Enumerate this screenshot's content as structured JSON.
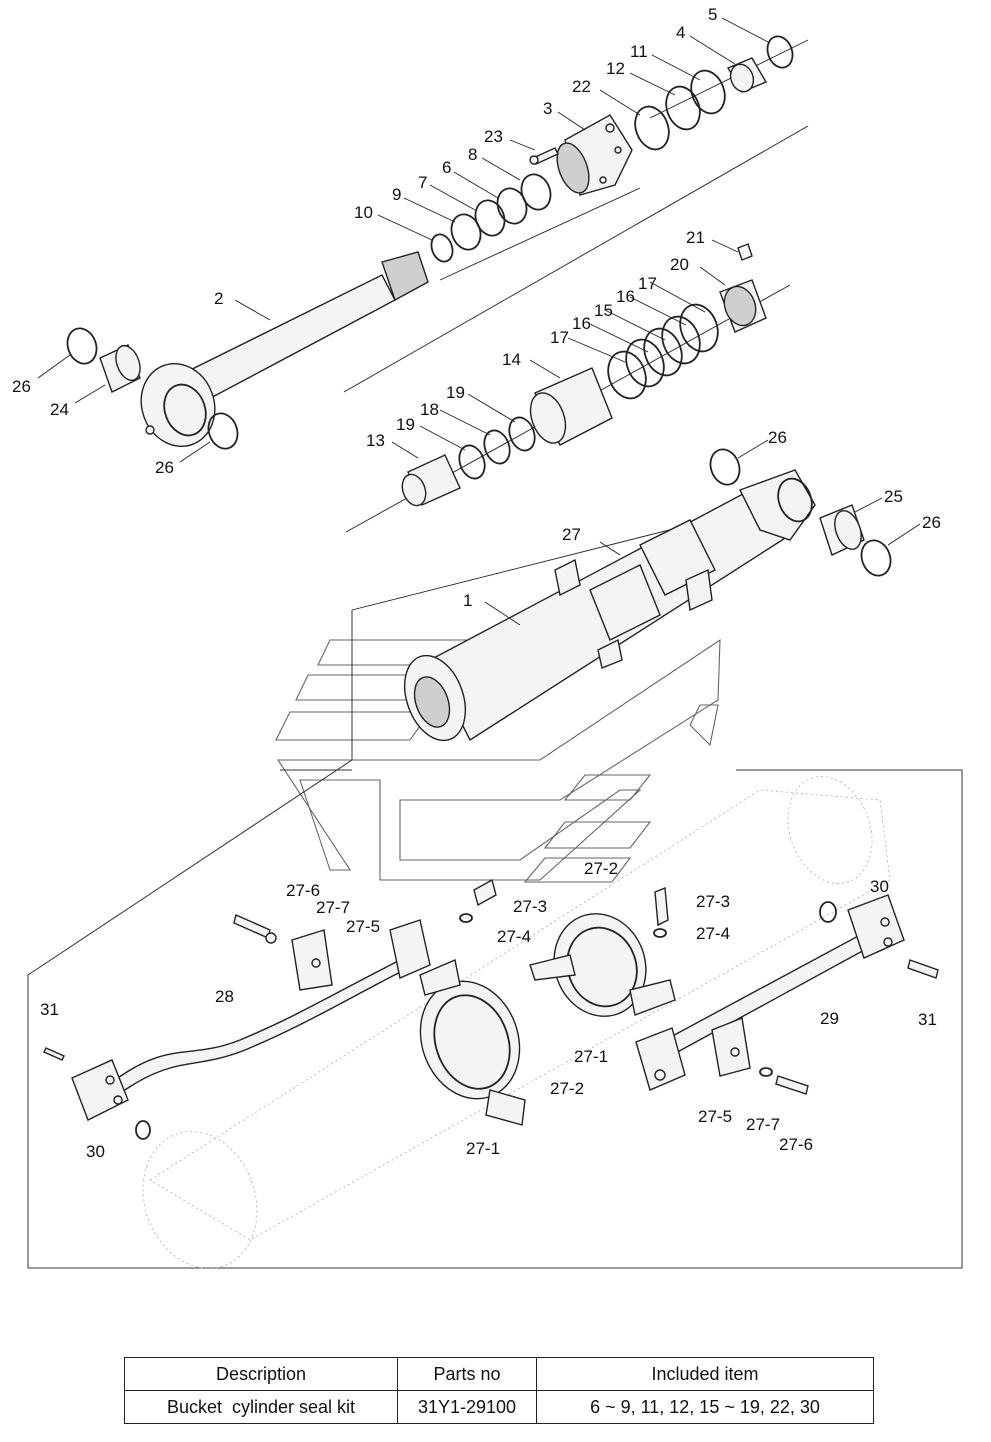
{
  "callouts": {
    "c1": "1",
    "c2": "2",
    "c3": "3",
    "c4": "4",
    "c5": "5",
    "c6": "6",
    "c7": "7",
    "c8": "8",
    "c9": "9",
    "c10": "10",
    "c11": "11",
    "c12": "12",
    "c13": "13",
    "c14": "14",
    "c15": "15",
    "c16a": "16",
    "c16b": "16",
    "c17a": "17",
    "c17b": "17",
    "c18": "18",
    "c19a": "19",
    "c19b": "19",
    "c20": "20",
    "c21": "21",
    "c22": "22",
    "c23": "23",
    "c24": "24",
    "c25": "25",
    "c26a": "26",
    "c26b": "26",
    "c26c": "26",
    "c26d": "26",
    "c27": "27",
    "c27_1a": "27-1",
    "c27_1b": "27-1",
    "c27_2a": "27-2",
    "c27_2b": "27-2",
    "c27_3a": "27-3",
    "c27_3b": "27-3",
    "c27_4a": "27-4",
    "c27_4b": "27-4",
    "c27_5a": "27-5",
    "c27_5b": "27-5",
    "c27_6a": "27-6",
    "c27_6b": "27-6",
    "c27_7a": "27-7",
    "c27_7b": "27-7",
    "c28": "28",
    "c29": "29",
    "c30a": "30",
    "c30b": "30",
    "c31a": "31",
    "c31b": "31"
  },
  "kit_table": {
    "headers": {
      "description": "Description",
      "parts_no": "Parts no",
      "included": "Included item"
    },
    "row": {
      "description": "Bucket  cylinder seal kit",
      "parts_no": "31Y1-29100",
      "included": "6 ~ 9, 11, 12, 15 ~ 19, 22, 30"
    }
  }
}
